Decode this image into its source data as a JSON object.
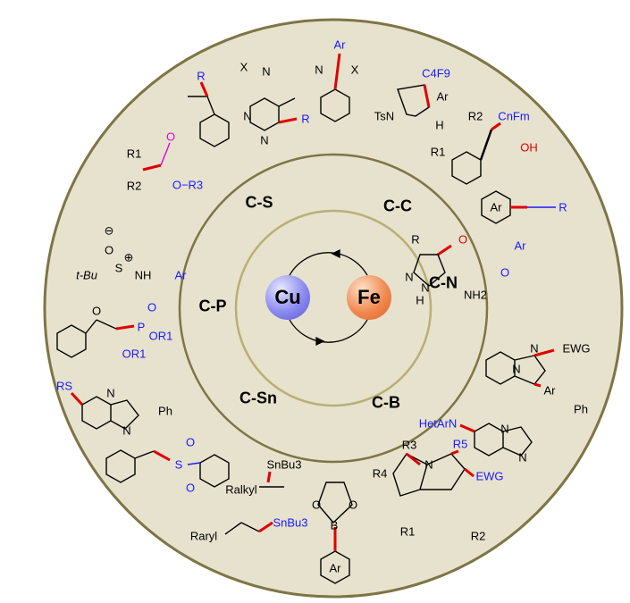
{
  "center": {
    "metal_left": "Cu",
    "metal_right": "Fe"
  },
  "bond_types": [
    "C-S",
    "C-C",
    "C-N",
    "C-P",
    "C-Sn",
    "C-B"
  ],
  "colors": {
    "outer_fill": "#e6e2cd",
    "outer_border": "#7d7545",
    "inner_border": "#b9af74",
    "blue": "#1a1aff",
    "red": "#e00000",
    "magenta": "#e000e0"
  },
  "structures": {
    "styrene": {
      "r": "R"
    },
    "pyrrolopyrimidine": {
      "x": "X",
      "n1": "N",
      "n2": "N",
      "n3": "N",
      "r": "R"
    },
    "benzazole": {
      "ar": "Ar",
      "n": "N",
      "x": "X"
    },
    "pyrrolidine": {
      "c4f9": "C4F9",
      "ar": "Ar",
      "tsn": "TsN",
      "h": "H"
    },
    "allyl_alcohol": {
      "r2": "R2",
      "cnfm": "CnFm",
      "r1": "R1",
      "oh": "OH"
    },
    "alkyne": {
      "ar": "Ar",
      "r": "R"
    },
    "ester": {
      "r1": "R1",
      "r2": "R2",
      "o": "O",
      "or3": "O−R3"
    },
    "sulfinamide": {
      "minus": "⊖",
      "o": "O",
      "s": "S",
      "plus": "⊕",
      "tbu": "t-Bu",
      "nh": "NH",
      "ar": "Ar"
    },
    "phosphonate": {
      "o": "O",
      "p": "P",
      "o2": "O",
      "or1a": "OR1",
      "or1b": "OR1"
    },
    "pyrazole": {
      "r": "R",
      "o1": "O",
      "ar": "Ar",
      "o2": "O",
      "n1": "N",
      "n2": "N",
      "h": "H",
      "nh2": "NH2"
    },
    "imidazopyridine_rs": {
      "rs": "RS",
      "n1": "N",
      "n2": "N",
      "ph": "Ph"
    },
    "imidazopyridine_ewg": {
      "n1": "N",
      "ewg": "EWG",
      "n2": "N",
      "ar": "Ar"
    },
    "imidazopyridine_amine": {
      "hetarn": "HetArN",
      "n1": "N",
      "n2": "N",
      "ph": "Ph"
    },
    "vinyl_sulfone": {
      "s": "S",
      "o1": "O",
      "o2": "O"
    },
    "vinylstannane_alkyl": {
      "snbu3": "SnBu3",
      "ralkyl": "Ralkyl"
    },
    "vinylstannane_aryl": {
      "raryl": "Raryl",
      "snbu3": "SnBu3"
    },
    "boronate": {
      "b": "B",
      "o1": "O",
      "o2": "O",
      "ar": "Ar"
    },
    "pyrrolizine": {
      "r3": "R3",
      "r5": "R5",
      "r4": "R4",
      "n": "N",
      "ewg": "EWG",
      "r1": "R1",
      "r2": "R2"
    }
  }
}
